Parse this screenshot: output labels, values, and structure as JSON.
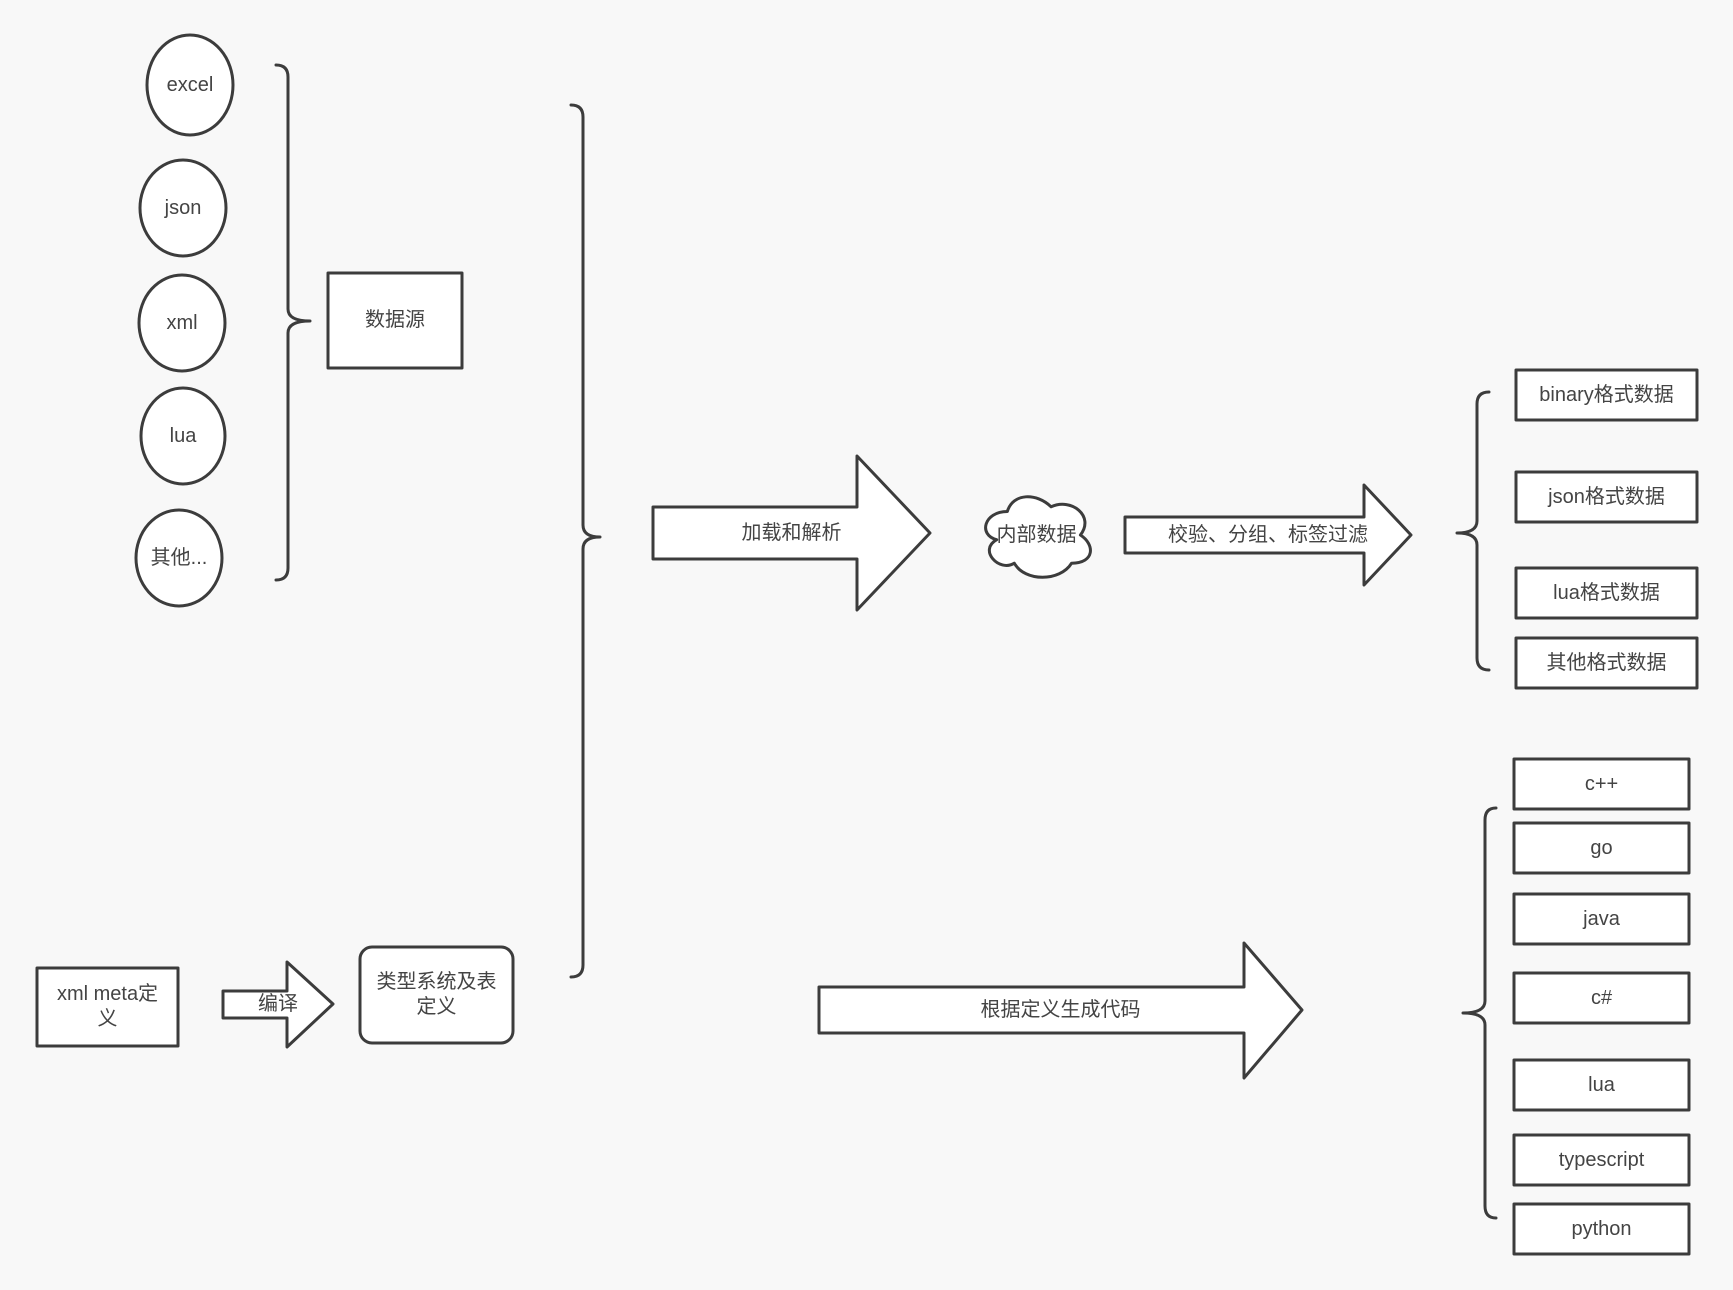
{
  "canvas": {
    "background": "#f8f8f8",
    "stroke_color": "#3c3c3c",
    "shape_fill": "#ffffff",
    "text_color": "#444444"
  },
  "sources": {
    "group_label": "数据源",
    "items": [
      "excel",
      "json",
      "xml",
      "lua",
      "其他..."
    ]
  },
  "definitions": {
    "xml_meta_label": "xml meta定义",
    "compile_arrow_label": "编译",
    "type_system_label": "类型系统及表定义"
  },
  "pipeline": {
    "load_arrow_label": "加载和解析",
    "internal_data_label": "内部数据",
    "filter_arrow_label": "校验、分组、标签过滤",
    "generate_arrow_label": "根据定义生成代码"
  },
  "outputs": {
    "formats": [
      "binary格式数据",
      "json格式数据",
      "lua格式数据",
      "其他格式数据"
    ],
    "languages": [
      "c++",
      "go",
      "java",
      "c#",
      "lua",
      "typescript",
      "python"
    ]
  }
}
